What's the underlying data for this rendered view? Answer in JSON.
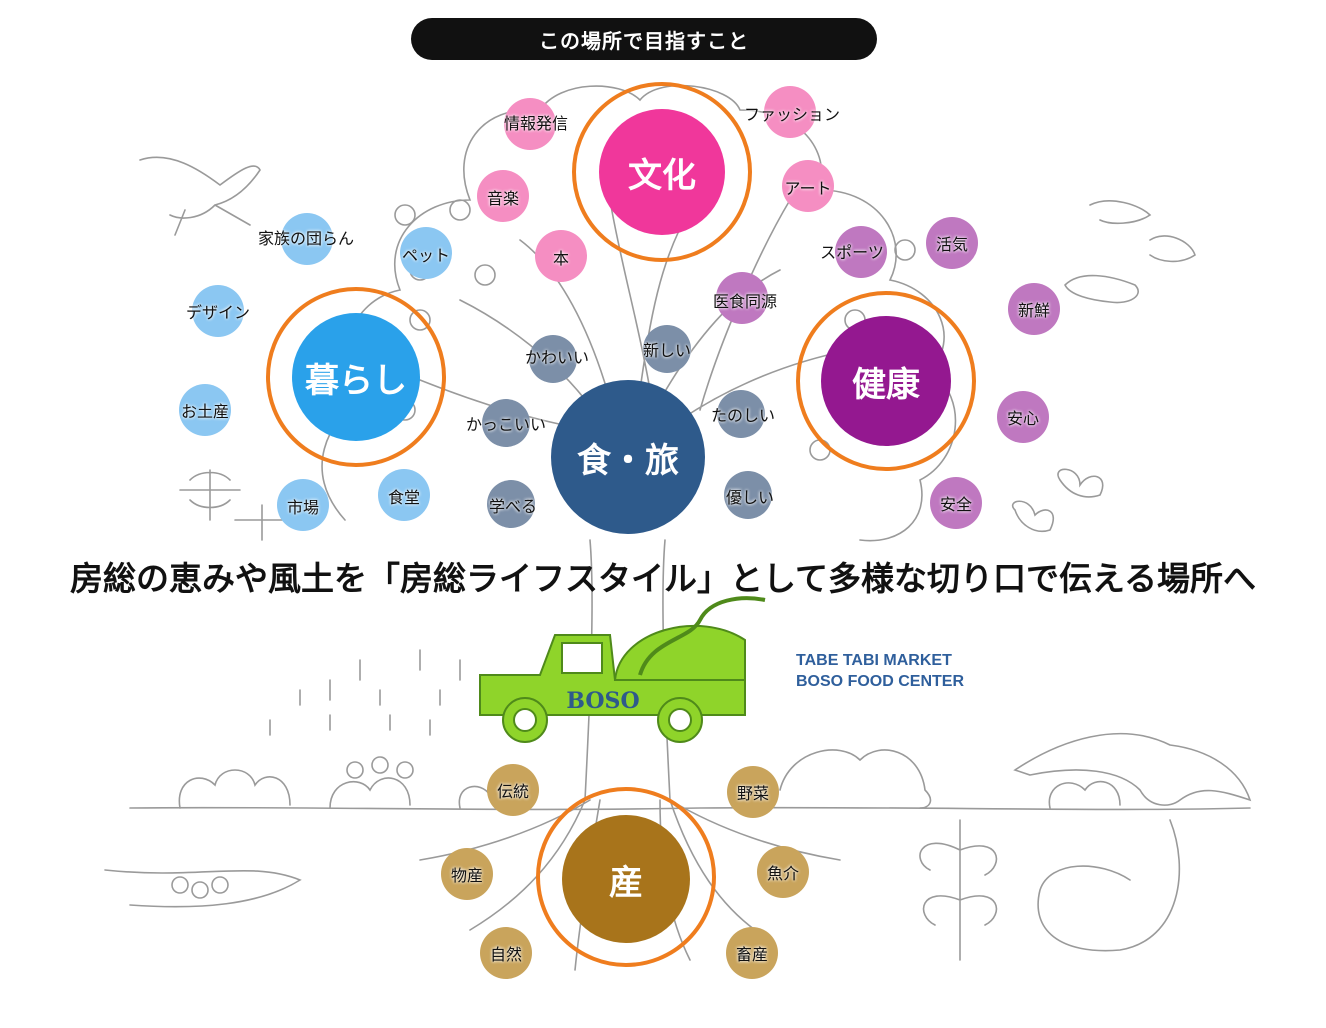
{
  "header": {
    "title": "この場所で目指すこと"
  },
  "tagline": "房総の恵みや風土を「房総ライフスタイル」として多様な切り口で伝える場所へ",
  "brand": {
    "line1": "TABE TABI MARKET",
    "line2": "BOSO FOOD CENTER"
  },
  "truck": {
    "logo": "BOSO"
  },
  "colors": {
    "culture": "#f0379b",
    "living": "#2aa1ea",
    "health": "#941890",
    "core": "#2e5a8b",
    "production": "#a8741b",
    "ring": "#ef7d1e"
  },
  "themes": {
    "culture": {
      "label": "文化",
      "keywords": [
        "情報発信",
        "ファッション",
        "音楽",
        "アート",
        "本"
      ]
    },
    "living": {
      "label": "暮らし",
      "keywords": [
        "家族の団らん",
        "ペット",
        "デザイン",
        "お土産",
        "市場",
        "食堂"
      ]
    },
    "health": {
      "label": "健康",
      "keywords": [
        "スポーツ",
        "活気",
        "医食同源",
        "新鮮",
        "安心",
        "安全"
      ]
    },
    "core": {
      "label": "食・旅",
      "keywords": [
        "かわいい",
        "新しい",
        "かっこいい",
        "たのしい",
        "学べる",
        "優しい"
      ]
    },
    "production": {
      "label": "産",
      "keywords": [
        "伝統",
        "野菜",
        "物産",
        "魚介",
        "自然",
        "畜産"
      ]
    }
  }
}
